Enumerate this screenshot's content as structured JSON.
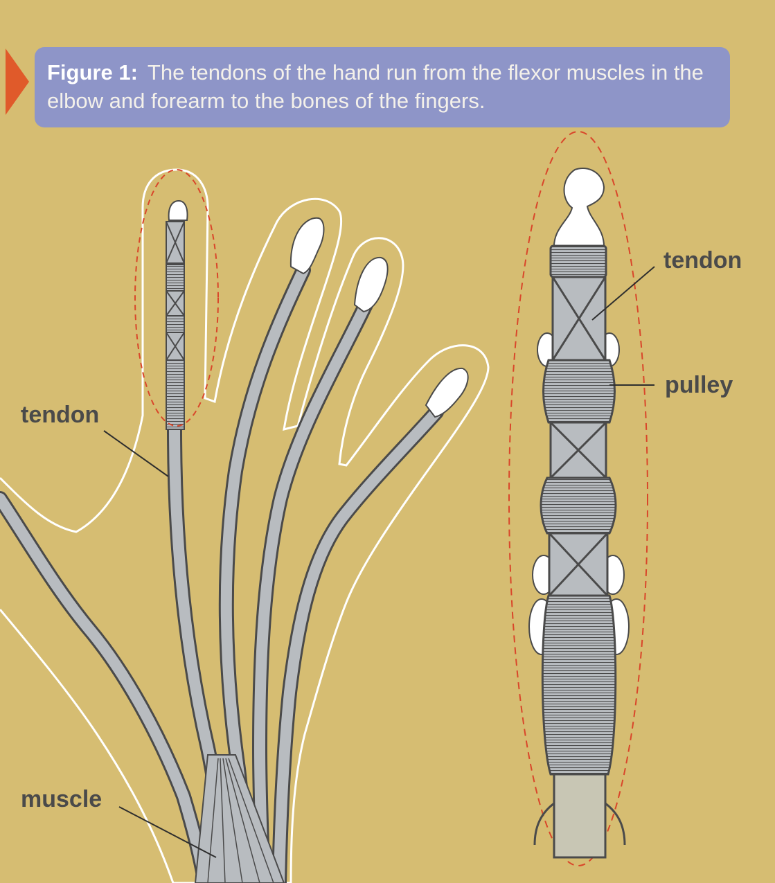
{
  "caption": {
    "label": "Figure 1:",
    "text": "The tendons of the hand run from the flexor muscles in the elbow and forearm to the bones of the fingers."
  },
  "labels": {
    "hand_tendon": "tendon",
    "hand_muscle": "muscle",
    "finger_tendon": "tendon",
    "finger_pulley": "pulley"
  },
  "colors": {
    "background": "#d6bd72",
    "caption_box": "#8e95c8",
    "marker": "#e05a2a",
    "tendon_fill": "#b8bcc0",
    "outline": "#4a4a4a",
    "skin_outline": "#ffffff",
    "dashed_ellipse": "#d9462a"
  }
}
